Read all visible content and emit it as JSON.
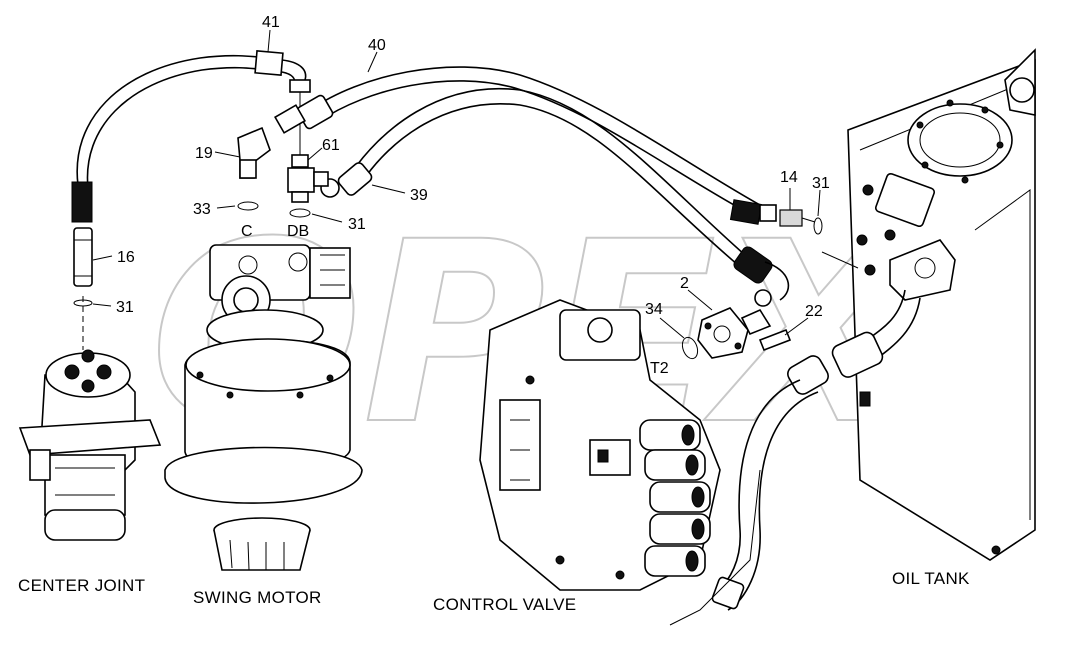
{
  "watermark": "OPEX",
  "captions": {
    "center_joint": "CENTER JOINT",
    "swing_motor": "SWING MOTOR",
    "control_valve": "CONTROL VALVE",
    "oil_tank": "OIL TANK"
  },
  "port_marks": {
    "c": "C",
    "db": "DB",
    "t2": "T2"
  },
  "callouts": {
    "p41": "41",
    "p40": "40",
    "p19": "19",
    "p61": "61",
    "p33": "33",
    "p31_motor": "31",
    "p39": "39",
    "p16": "16",
    "p31_joint": "31",
    "p14": "14",
    "p31_tank": "31",
    "p2": "2",
    "p34": "34",
    "p22": "22"
  }
}
